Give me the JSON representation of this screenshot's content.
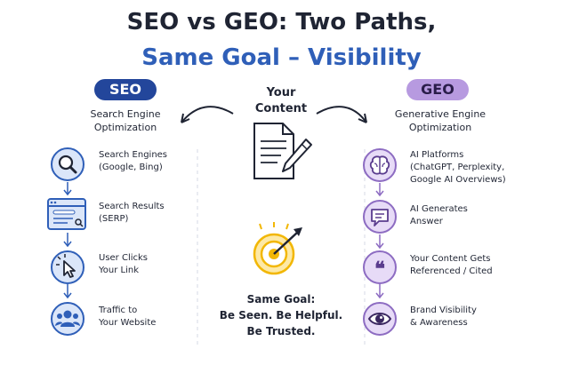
{
  "title": {
    "line1": "SEO vs GEO: Two Paths,",
    "line2": "Same Goal – Visibility"
  },
  "seo": {
    "badge": "SEO",
    "subtitle_line1": "Search Engine",
    "subtitle_line2": "Optimization",
    "steps": [
      {
        "icon": "magnifier-icon",
        "line1": "Search Engines",
        "line2": "(Google, Bing)"
      },
      {
        "icon": "serp-window-icon",
        "line1": "Search Results",
        "line2": "(SERP)"
      },
      {
        "icon": "cursor-click-icon",
        "line1": "User Clicks",
        "line2": "Your Link"
      },
      {
        "icon": "users-icon",
        "line1": "Traffic to",
        "line2": "Your Website"
      }
    ]
  },
  "geo": {
    "badge": "GEO",
    "subtitle_line1": "Generative Engine",
    "subtitle_line2": "Optimization",
    "steps": [
      {
        "icon": "brain-icon",
        "line1": "AI Platforms",
        "line2": "(ChatGPT, Perplexity,",
        "line3": "Google AI Overviews)"
      },
      {
        "icon": "chat-bubble-icon",
        "line1": "AI Generates",
        "line2": "Answer"
      },
      {
        "icon": "quote-icon",
        "line1": "Your Content Gets",
        "line2": "Referenced / Cited"
      },
      {
        "icon": "eye-icon",
        "line1": "Brand Visibility",
        "line2": "& Awareness"
      }
    ]
  },
  "center": {
    "title_line1": "Your",
    "title_line2": "Content",
    "content_icon": "document-pencil-icon",
    "goal_icon": "target-arrow-icon",
    "goal_line1": "Same Goal:",
    "goal_line2": "Be Seen. Be Helpful.",
    "goal_line3": "Be Trusted."
  },
  "colors": {
    "seo_accent": "#2f5fb8",
    "seo_badge": "#23469b",
    "geo_accent": "#8d6cc2",
    "geo_badge": "#b79ae0",
    "title_blue": "#2f5fb8",
    "target_yellow": "#f2b705"
  }
}
